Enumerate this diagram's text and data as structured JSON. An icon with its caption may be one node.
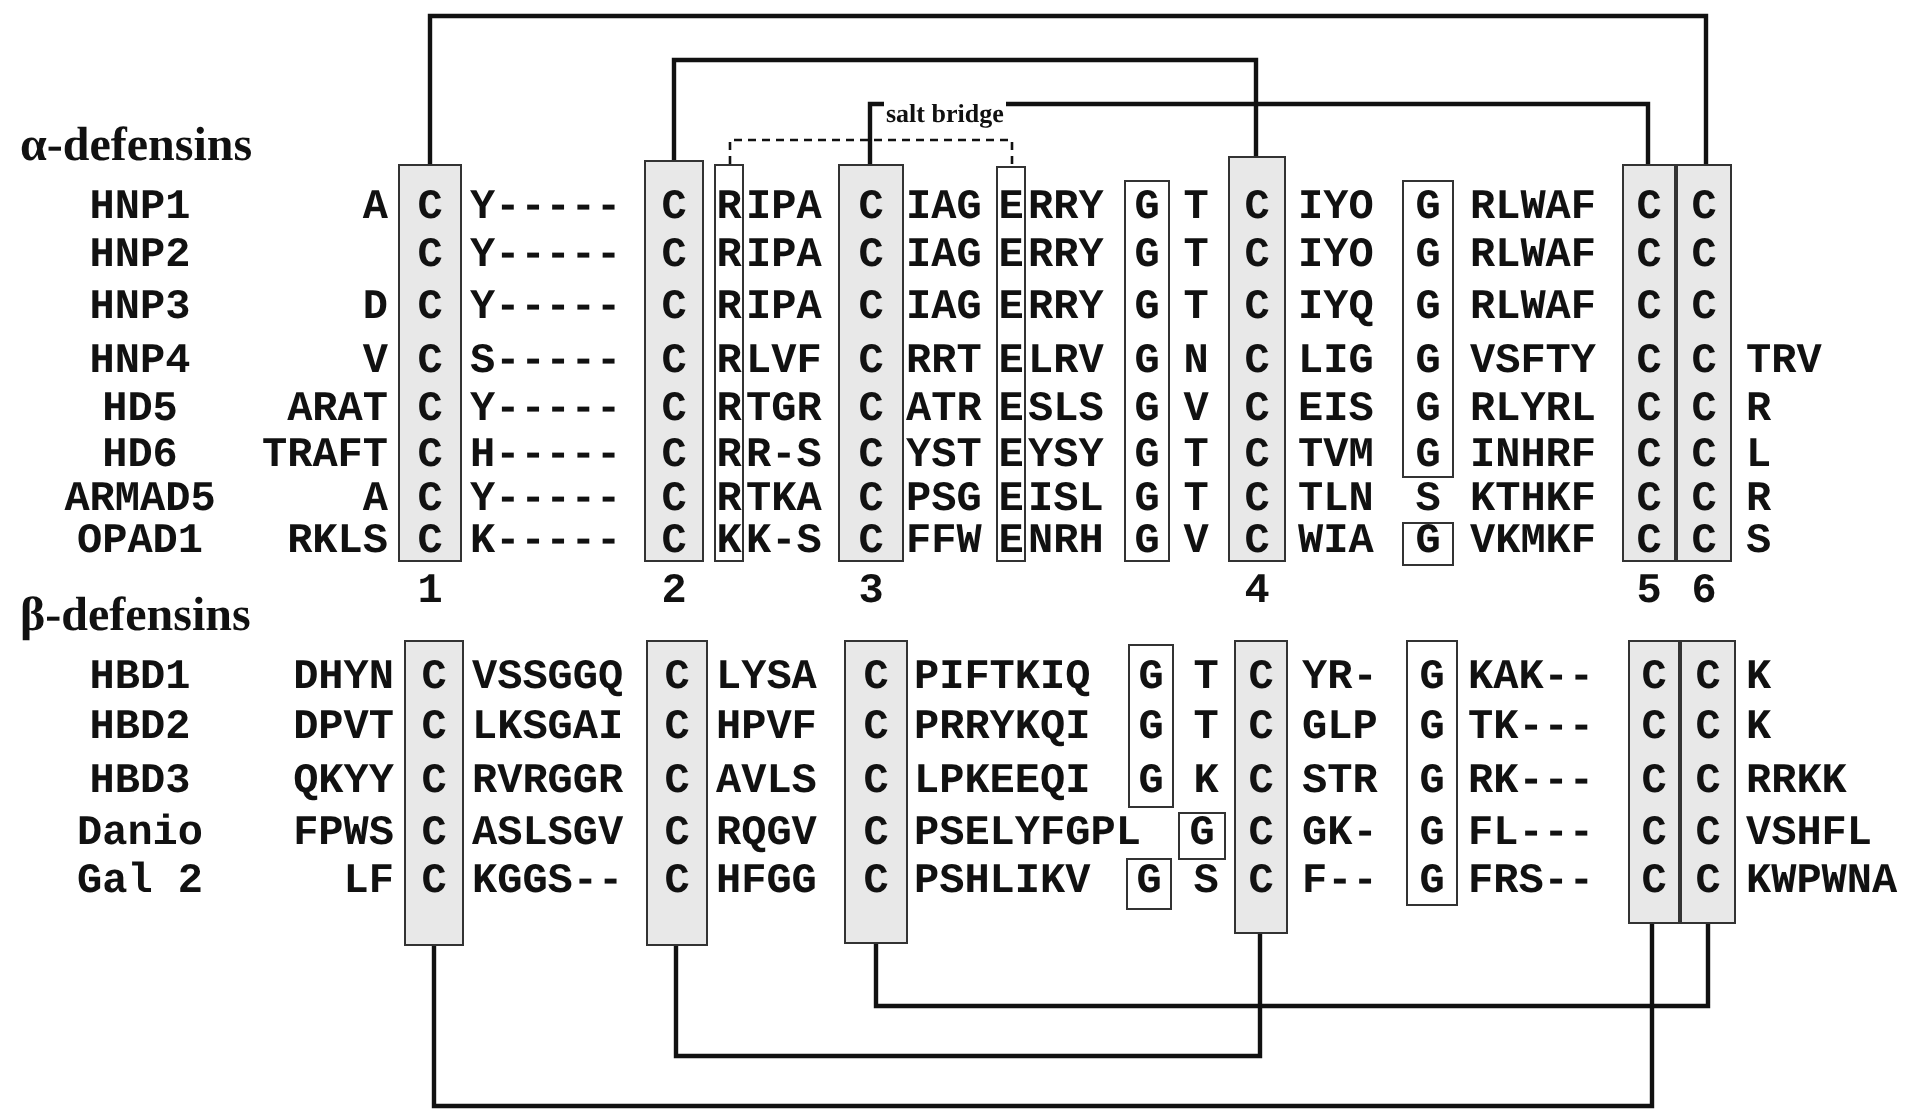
{
  "diagram": {
    "nodes": [
      {
        "text": [
          "C",
          "C",
          "C",
          "C",
          "C",
          "C",
          "C",
          "C"
        ],
        "beside": [
          "1"
        ]
      },
      {
        "text": [
          "C",
          "C",
          "C",
          "C",
          "C",
          "C",
          "C",
          "C"
        ],
        "beside": [
          "2"
        ]
      },
      {
        "text": [
          "R",
          "R",
          "R",
          "R",
          "R",
          "R",
          "R",
          "K"
        ]
      },
      {
        "text": [
          "C",
          "C",
          "C",
          "C",
          "C",
          "C",
          "C",
          "C"
        ],
        "beside": [
          "3"
        ]
      },
      {
        "text": [
          "E",
          "E",
          "E",
          "E",
          "E",
          "E",
          "E",
          "E"
        ]
      },
      {
        "text": [
          "G",
          "G",
          "G",
          "G",
          "G",
          "G",
          "G",
          "G"
        ]
      },
      {
        "text": [
          "C",
          "C",
          "C",
          "C",
          "C",
          "C",
          "C",
          "C"
        ],
        "beside": [
          "4"
        ]
      },
      {
        "text": [
          "G",
          "G",
          "G",
          "G",
          "G",
          "G"
        ]
      },
      {
        "text": [
          "G"
        ]
      },
      {
        "text": [
          "C",
          "C",
          "C",
          "C",
          "C",
          "C",
          "C",
          "C"
        ],
        "beside": [
          "5"
        ]
      },
      {
        "text": [
          "C",
          "C",
          "C",
          "C",
          "C",
          "C",
          "C",
          "C"
        ],
        "beside": [
          "6"
        ]
      },
      {
        "text": [
          "C",
          "C",
          "C",
          "C",
          "C"
        ]
      },
      {
        "text": [
          "C",
          "C",
          "C",
          "C",
          "C"
        ]
      },
      {
        "text": [
          "C",
          "C",
          "C",
          "C",
          "C"
        ]
      },
      {
        "text": [
          "G",
          "G",
          "G"
        ]
      },
      {
        "text": [
          "G"
        ]
      },
      {
        "text": [
          "G"
        ]
      },
      {
        "text": [
          "C",
          "C",
          "C",
          "C",
          "C"
        ]
      },
      {
        "text": [
          "G",
          "G",
          "G",
          "G",
          "G"
        ]
      },
      {
        "text": [
          "C",
          "C",
          "C",
          "C",
          "C"
        ]
      },
      {
        "text": [
          "C",
          "C",
          "C",
          "C",
          "C"
        ]
      }
    ],
    "edges": [
      {
        "from": 0,
        "to": 10,
        "arrow": "none"
      },
      {
        "from": 1,
        "to": 6,
        "arrow": "none"
      },
      {
        "from": 3,
        "to": 9,
        "arrow": "none"
      },
      {
        "from": 2,
        "to": 4,
        "arrow": "none",
        "style": "dashed",
        "label": "salt bridge"
      },
      {
        "from": 11,
        "to": 19,
        "arrow": "none"
      },
      {
        "from": 12,
        "to": 17,
        "arrow": "none"
      },
      {
        "from": 13,
        "to": 20,
        "arrow": "none"
      }
    ],
    "labels": [
      "α-defensins",
      "HNP1",
      "A",
      "Y-----",
      "IPA",
      "IAG",
      "RRY",
      "T",
      "IYO",
      "RLWAF",
      "HNP2",
      "Y-----",
      "IPA",
      "IAG",
      "RRY",
      "T",
      "IYO",
      "RLWAF",
      "HNP3",
      "D",
      "Y-----",
      "IPA",
      "IAG",
      "RRY",
      "T",
      "IYQ",
      "RLWAF",
      "HNP4",
      "V",
      "S-----",
      "LVF",
      "RRT",
      "LRV",
      "N",
      "LIG",
      "VSFTY",
      "TRV",
      "HD5",
      "ARAT",
      "Y-----",
      "TGR",
      "ATR",
      "SLS",
      "V",
      "EIS",
      "RLYRL",
      "R",
      "HD6",
      "TRAFT",
      "H-----",
      "R-S",
      "YST",
      "YSY",
      "T",
      "TVM",
      "INHRF",
      "L",
      "ARMAD5",
      "A",
      "Y-----",
      "TKA",
      "PSG",
      "ISL",
      "T",
      "TLN",
      "S",
      "KTHKF",
      "R",
      "OPAD1",
      "RKLS",
      "K-----",
      "K-S",
      "FFW",
      "NRH",
      "V",
      "WIA",
      "VKMKF",
      "S",
      "β-defensins",
      "HBD1",
      "DHYN",
      "VSSGGQ",
      "LYSA",
      "PIFTKIQ",
      "T",
      "YR-",
      "KAK--",
      "K",
      "HBD2",
      "DPVT",
      "LKSGAI",
      "HPVF",
      "PRRYKQI",
      "T",
      "GLP",
      "TK---",
      "K",
      "HBD3",
      "QKYY",
      "RVRGGR",
      "AVLS",
      "LPKEEQI",
      "K",
      "STR",
      "RK---",
      "RRKK",
      "Danio",
      "FPWS",
      "ASLSGV",
      "RQGV",
      "PSELYFGPL",
      "GK-",
      "FL---",
      "VSHFL",
      "Gal 2",
      "LF",
      "KGGS--",
      "HFGG",
      "PSHLIKV",
      "S",
      "F--",
      "FRS--",
      "KWPWNA"
    ]
  }
}
